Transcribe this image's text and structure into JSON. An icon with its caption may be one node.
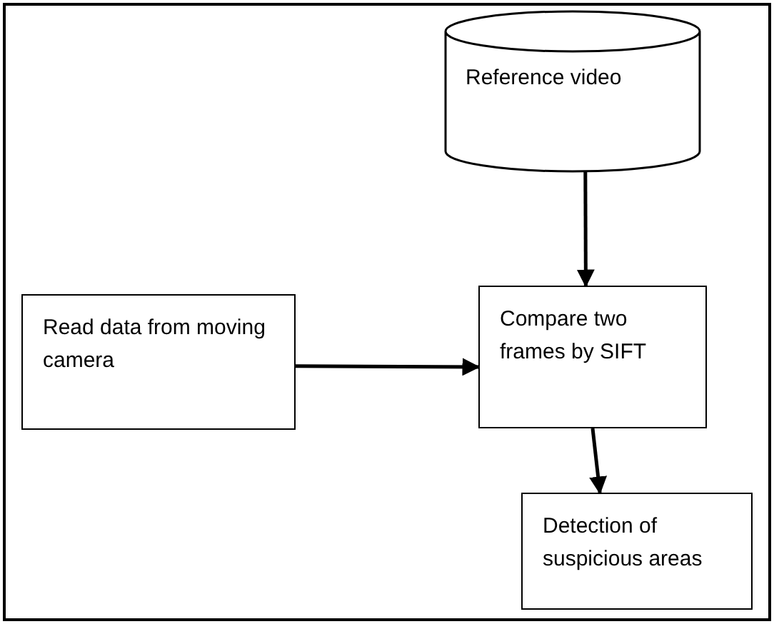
{
  "diagram": {
    "nodes": [
      {
        "text": [
          "Reference video"
        ]
      },
      {
        "text": [
          "Read data from moving camera"
        ]
      },
      {
        "text": [
          "Compare two frames by SIFT"
        ]
      },
      {
        "text": [
          "Detection of suspicious areas"
        ]
      }
    ],
    "edges": [
      {
        "from": 0,
        "to": 2,
        "arrow": "to"
      },
      {
        "from": 1,
        "to": 2,
        "arrow": "to"
      },
      {
        "from": 2,
        "to": 3,
        "arrow": "to"
      }
    ]
  }
}
